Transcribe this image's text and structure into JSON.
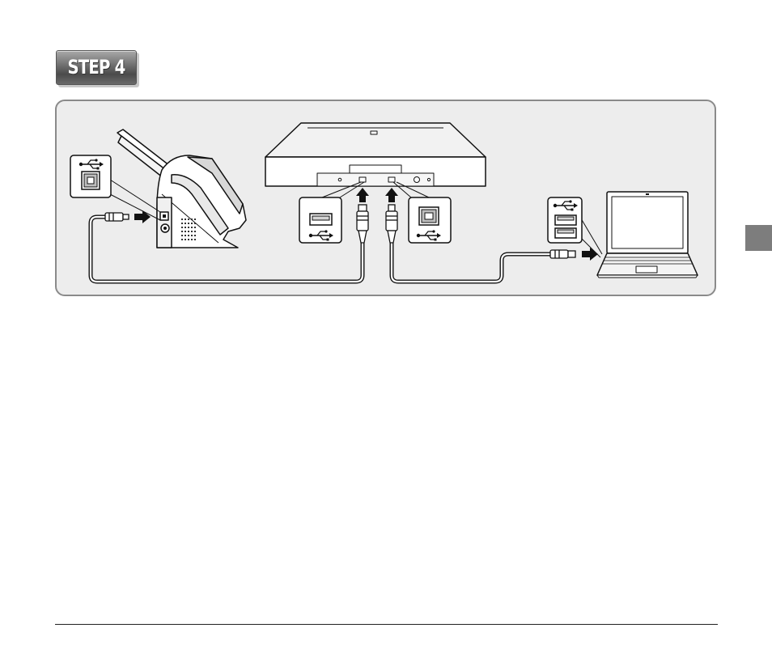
{
  "step_badge": {
    "label": "STEP 4"
  },
  "diagram": {
    "devices": [
      "document-scanner",
      "flatbed-scanner",
      "laptop-computer"
    ],
    "icons": [
      "usb-icon"
    ],
    "connections": [
      {
        "from": "document-scanner",
        "to": "flatbed-scanner",
        "port": "usb"
      },
      {
        "from": "flatbed-scanner",
        "to": "laptop-computer",
        "port": "usb"
      }
    ]
  },
  "colors": {
    "panel_bg": "#ededed",
    "panel_border": "#8a8a8a",
    "side_tab": "#7d7d7d",
    "line": "#222222"
  }
}
